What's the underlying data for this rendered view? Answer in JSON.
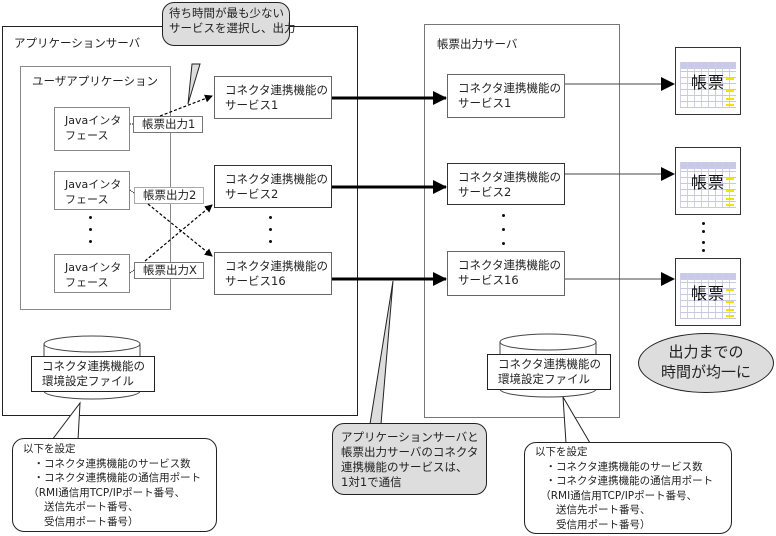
{
  "app_server": {
    "title": "アプリケーションサーバ",
    "user_app": {
      "title": "ユーザアプリケーション",
      "interfaces": [
        {
          "label": "Javaインタ\nフェース",
          "output": "帳票出力1"
        },
        {
          "label": "Javaインタ\nフェース",
          "output": "帳票出力2"
        },
        {
          "label": "Javaインタ\nフェース",
          "output": "帳票出力X"
        }
      ]
    },
    "services": [
      {
        "label": "コネクタ連携機能の\nサービス1"
      },
      {
        "label": "コネクタ連携機能の\nサービス2"
      },
      {
        "label": "コネクタ連携機能の\nサービス16"
      }
    ],
    "config_file": "コネクタ連携機能の\n環境設定ファイル"
  },
  "report_server": {
    "title": "帳票出力サーバ",
    "services": [
      {
        "label": "コネクタ連携機能の\nサービス1"
      },
      {
        "label": "コネクタ連携機能の\nサービス2"
      },
      {
        "label": "コネクタ連携機能の\nサービス16"
      }
    ],
    "config_file": "コネクタ連携機能の\n環境設定ファイル"
  },
  "reports": [
    {
      "label": "帳票"
    },
    {
      "label": "帳票"
    },
    {
      "label": "帳票"
    }
  ],
  "callouts": {
    "select_service": "待ち時間が最も少ない\nサービスを選択し、出力",
    "one_to_one": "アプリケーションサーバと\n帳票出力サーバのコネクタ\n連携機能のサービスは、\n1対1で通信",
    "settings_left": "以下を設定\n　・コネクタ連携機能のサービス数\n　・コネクタ連携機能の通信用ポート\n　（RMI通信用TCP/IPポート番号、\n　　送信先ポート番号、\n　　受信用ポート番号）",
    "settings_right": "以下を設定\n　・コネクタ連携機能のサービス数\n　・コネクタ連携機能の通信用ポート\n　（RMI通信用TCP/IPポート番号、\n　　送信先ポート番号、\n　　受信用ポート番号）",
    "uniform_time": "出力までの\n時間が均一に"
  },
  "colors": {
    "callout_fill": "#dddddd",
    "report_header": "#c9c9ea",
    "report_highlight": "#f2e200"
  }
}
